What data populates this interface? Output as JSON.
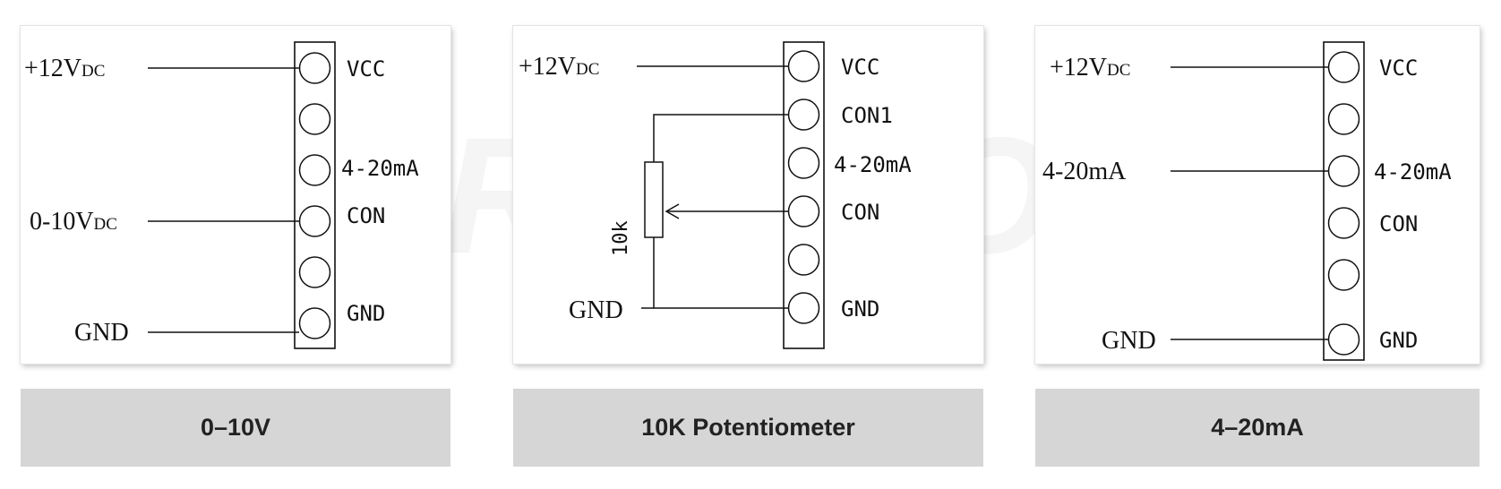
{
  "watermark": {
    "text": "GREEGOO"
  },
  "panels": [
    {
      "supply_label": "+12V",
      "supply_sub": "DC",
      "signal_label": "0-10V",
      "signal_sub": "DC",
      "gnd_label": "GND",
      "pins": [
        "VCC",
        "",
        "4-20mA",
        "CON",
        "",
        "GND"
      ],
      "caption": "0–10V"
    },
    {
      "supply_label": "+12V",
      "supply_sub": "DC",
      "resistor_label": "10k",
      "gnd_label": "GND",
      "pins": [
        "VCC",
        "CON1",
        "4-20mA",
        "CON",
        "",
        "GND"
      ],
      "caption": "10K Potentiometer"
    },
    {
      "supply_label": "+12V",
      "supply_sub": "DC",
      "signal_label": "4-20mA",
      "gnd_label": "GND",
      "pins": [
        "VCC",
        "",
        "4-20mA",
        "CON",
        "",
        "GND"
      ],
      "caption": "4–20mA"
    }
  ]
}
